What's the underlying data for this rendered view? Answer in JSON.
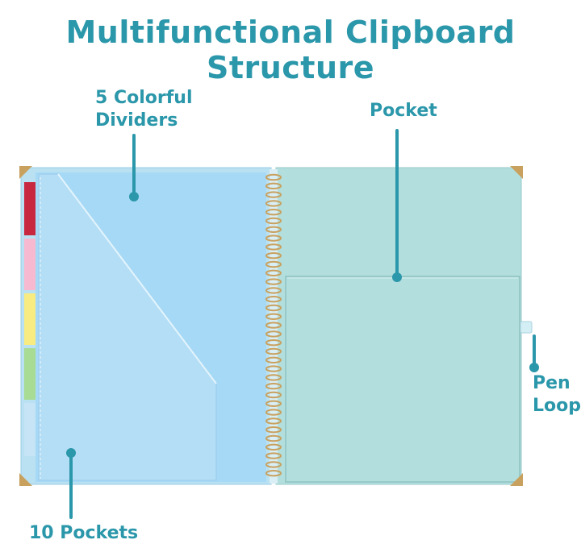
{
  "title": "Multifunctional Clipboard Structure",
  "labels": {
    "dividers_line1": "5 Colorful",
    "dividers_line2": "Dividers",
    "pocket": "Pocket",
    "pen_line1": "Pen",
    "pen_line2": "Loop",
    "pockets": "10 Pockets"
  },
  "colors": {
    "accent": "#2B97AA",
    "left_cover": "#A6D9F5",
    "right_cover": "#B2DFDE",
    "divider_red": "#C8283F",
    "divider_pink": "#F6B9CF",
    "divider_yellow": "#F7EB82",
    "divider_green": "#A8DB93",
    "divider_blue": "#C6E4F6",
    "corner_gold": "#C9A15F"
  }
}
